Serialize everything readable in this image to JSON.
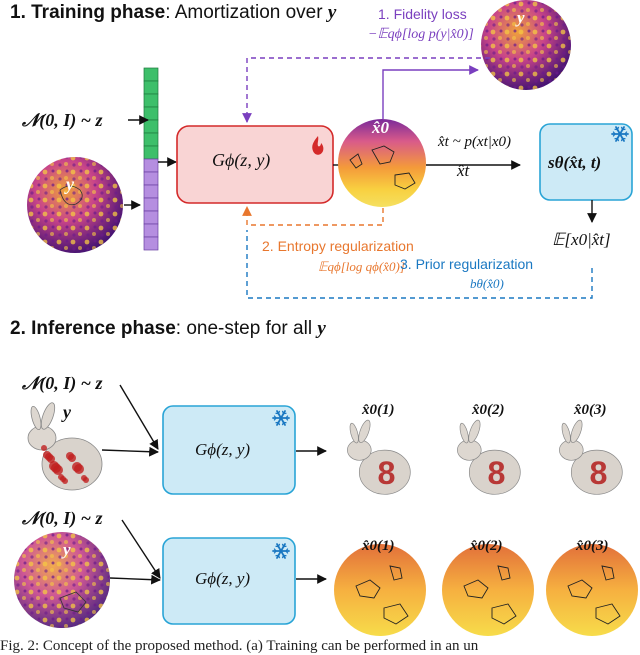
{
  "phase1": {
    "prefix": "1. Training phase",
    "suffix": ": Amortization over ",
    "var": "y"
  },
  "phase2": {
    "prefix": "2. Inference phase",
    "suffix": ": one-step for all ",
    "var": "y"
  },
  "noise_prior": "𝒩(0, I) ~ z",
  "y_label": "y",
  "generator": "Gϕ(z, y)",
  "x0_hat": "x̂0",
  "forward_process": "x̂t ~ p(xt|x0)",
  "xt_hat": "x̂t",
  "score_model": "sθ(x̂t, t)",
  "expectation": "𝔼[x0|x̂t]",
  "fidelity": {
    "title": "1. Fidelity loss",
    "formula": "−𝔼qϕ[log p(y|x̂0)]"
  },
  "entropy": {
    "title": "2. Entropy regularization",
    "formula": "𝔼qϕ[log qϕ(x̂0)]"
  },
  "prior_reg": {
    "title": "3. Prior regularization",
    "formula": "bθ(x̂0)"
  },
  "samples": [
    "x̂0(1)",
    "x̂0(2)",
    "x̂0(3)"
  ],
  "caption": "Fig. 2: Concept of the proposed method. (a) Training can be performed in an un",
  "colors": {
    "red": "#d42a2a",
    "pinkbox": "#f9d4d4",
    "bluebox": "#cdeaf6",
    "blueborder": "#29a4d6",
    "purple": "#7a3fbf",
    "orange": "#e8772e",
    "blue": "#1a78c2",
    "green": "#3dbf6a",
    "violet": "#b58ee0"
  },
  "icons": [
    "fire-icon",
    "snowflake-icon"
  ]
}
